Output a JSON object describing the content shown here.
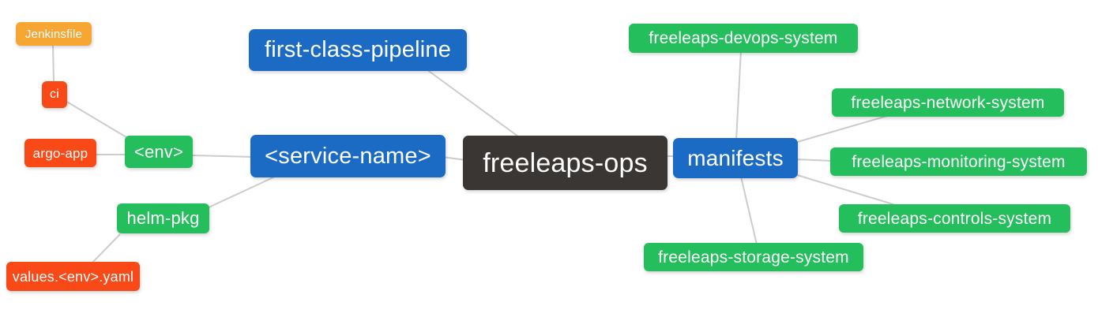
{
  "diagram": {
    "type": "mindmap",
    "background_color": "#ffffff",
    "edge_color": "#cccccc",
    "palette": {
      "root_node": "#3A3633",
      "branch_node_blue": "#1B6BC5",
      "node_green": "#24BE5C",
      "node_red": "#F94916",
      "node_orange": "#F7A633",
      "node_text": "#ffffff"
    },
    "nodes": {
      "root": {
        "label": "freeleaps-ops"
      },
      "fcp": {
        "label": "first-class-pipeline"
      },
      "service": {
        "label": "<service-name>"
      },
      "manifests": {
        "label": "manifests"
      },
      "env": {
        "label": "<env>"
      },
      "helm_pkg": {
        "label": "helm-pkg"
      },
      "ci": {
        "label": "ci"
      },
      "argo_app": {
        "label": "argo-app"
      },
      "jenkinsfile": {
        "label": "Jenkinsfile"
      },
      "values_yaml": {
        "label": "values.<env>.yaml"
      },
      "devops_system": {
        "label": "freeleaps-devops-system"
      },
      "network_system": {
        "label": "freeleaps-network-system"
      },
      "monitoring_system": {
        "label": "freeleaps-monitoring-system"
      },
      "controls_system": {
        "label": "freeleaps-controls-system"
      },
      "storage_system": {
        "label": "freeleaps-storage-system"
      }
    },
    "edges": [
      {
        "from": "Jenkinsfile",
        "to": "ci"
      },
      {
        "from": "ci",
        "to": "<env>"
      },
      {
        "from": "argo-app",
        "to": "<env>"
      },
      {
        "from": "<env>",
        "to": "<service-name>"
      },
      {
        "from": "<service-name>",
        "to": "freeleaps-ops"
      },
      {
        "from": "first-class-pipeline",
        "to": "freeleaps-ops"
      },
      {
        "from": "helm-pkg",
        "to": "<service-name>"
      },
      {
        "from": "values.<env>.yaml",
        "to": "helm-pkg"
      },
      {
        "from": "freeleaps-ops",
        "to": "manifests"
      },
      {
        "from": "manifests",
        "to": "freeleaps-devops-system"
      },
      {
        "from": "manifests",
        "to": "freeleaps-network-system"
      },
      {
        "from": "manifests",
        "to": "freeleaps-monitoring-system"
      },
      {
        "from": "manifests",
        "to": "freeleaps-controls-system"
      },
      {
        "from": "manifests",
        "to": "freeleaps-storage-system"
      }
    ]
  }
}
